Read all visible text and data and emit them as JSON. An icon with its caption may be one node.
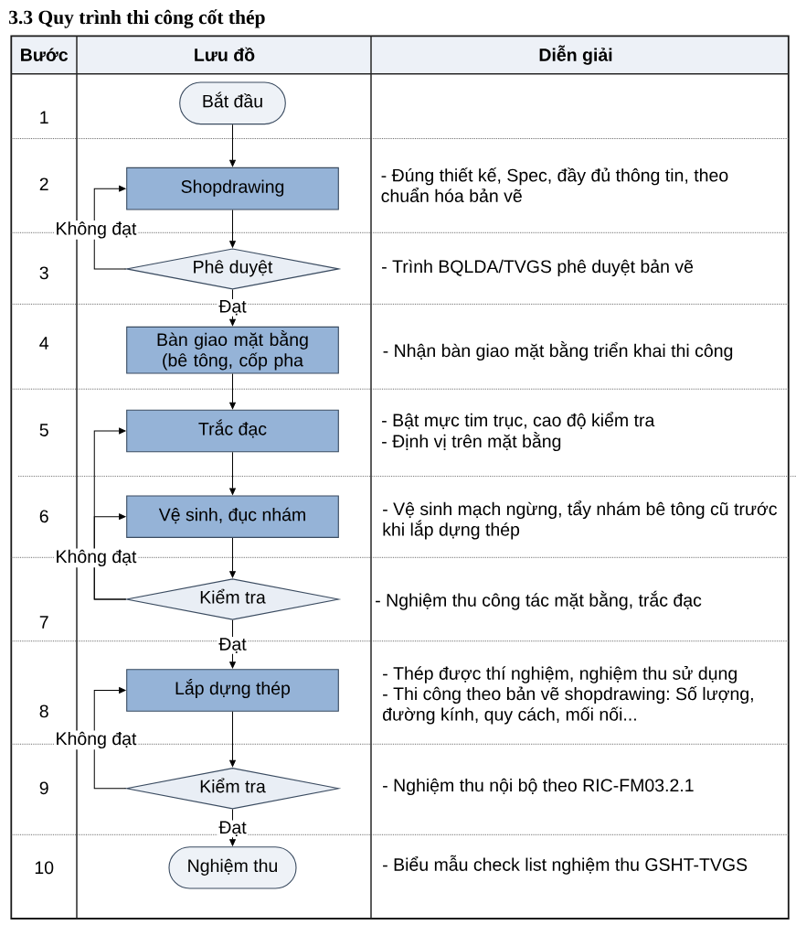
{
  "diagram": {
    "title": "3.3 Quy trình thi công cốt thép",
    "nodes": [
      {
        "text": [
          "Bắt đầu"
        ]
      },
      {
        "text": [
          "Shopdrawing"
        ]
      },
      {
        "text": [
          "Phê duyệt"
        ]
      },
      {
        "text": [
          "Bàn giao mặt bằng (bê tông, cốp pha"
        ]
      },
      {
        "text": [
          "Trắc đạc"
        ]
      },
      {
        "text": [
          "Vệ sinh, đục nhám"
        ]
      },
      {
        "text": [
          "Kiểm tra"
        ]
      },
      {
        "text": [
          "Lắp dựng thép"
        ]
      },
      {
        "text": [
          "Kiểm tra"
        ]
      },
      {
        "text": [
          "Nghiệm thu"
        ]
      }
    ],
    "edges": [
      {
        "from": 0,
        "to": 1,
        "arrow": "to"
      },
      {
        "from": 1,
        "to": 2,
        "arrow": "to"
      },
      {
        "from": 2,
        "to": 1,
        "arrow": "to",
        "label": "Không đạt"
      },
      {
        "from": 2,
        "to": 3,
        "arrow": "to",
        "label": "Đạt"
      },
      {
        "from": 3,
        "to": 4,
        "arrow": "to"
      },
      {
        "from": 4,
        "to": 5,
        "arrow": "to"
      },
      {
        "from": 5,
        "to": 6,
        "arrow": "to"
      },
      {
        "from": 6,
        "to": 4,
        "arrow": "to",
        "label": "Không đạt"
      },
      {
        "from": 6,
        "to": 5,
        "arrow": "to"
      },
      {
        "from": 6,
        "to": 7,
        "arrow": "to",
        "label": "Đạt"
      },
      {
        "from": 7,
        "to": 8,
        "arrow": "to"
      },
      {
        "from": 8,
        "to": 7,
        "arrow": "to",
        "label": "Không đạt"
      },
      {
        "from": 8,
        "to": 9,
        "arrow": "to",
        "label": "Đạt"
      }
    ],
    "labels": [
      "Bước",
      "Lưu đồ",
      "Diễn giải",
      "1",
      "2",
      "- Đúng thiết kế, Spec, đầy đủ thông tin, theo chuẩn hóa bản vẽ",
      "3",
      "- Trình BQLDA/TVGS phê duyệt bản vẽ",
      "4",
      "- Nhận bàn giao mặt bằng triển khai thi công",
      "5",
      "- Bật mực tim trục, cao độ kiểm tra",
      "- Định vị trên mặt bằng",
      "6",
      "- Vệ sinh mạch ngừng, tẩy nhám bê tông cũ trước khi lắp dựng thép",
      "7",
      "- Nghiệm thu công tác mặt bằng, trắc đạc",
      "8",
      "- Thép được thí nghiệm, nghiệm thu sử dụng",
      "- Thi công theo bản vẽ shopdrawing: Số lượng, đường kính, quy cách, mối nối...",
      "9",
      "- Nghiệm thu nội bộ theo RIC-FM03.2.1",
      "10",
      "- Biểu mẫu check list nghiệm thu GSHT-TVGS"
    ]
  }
}
